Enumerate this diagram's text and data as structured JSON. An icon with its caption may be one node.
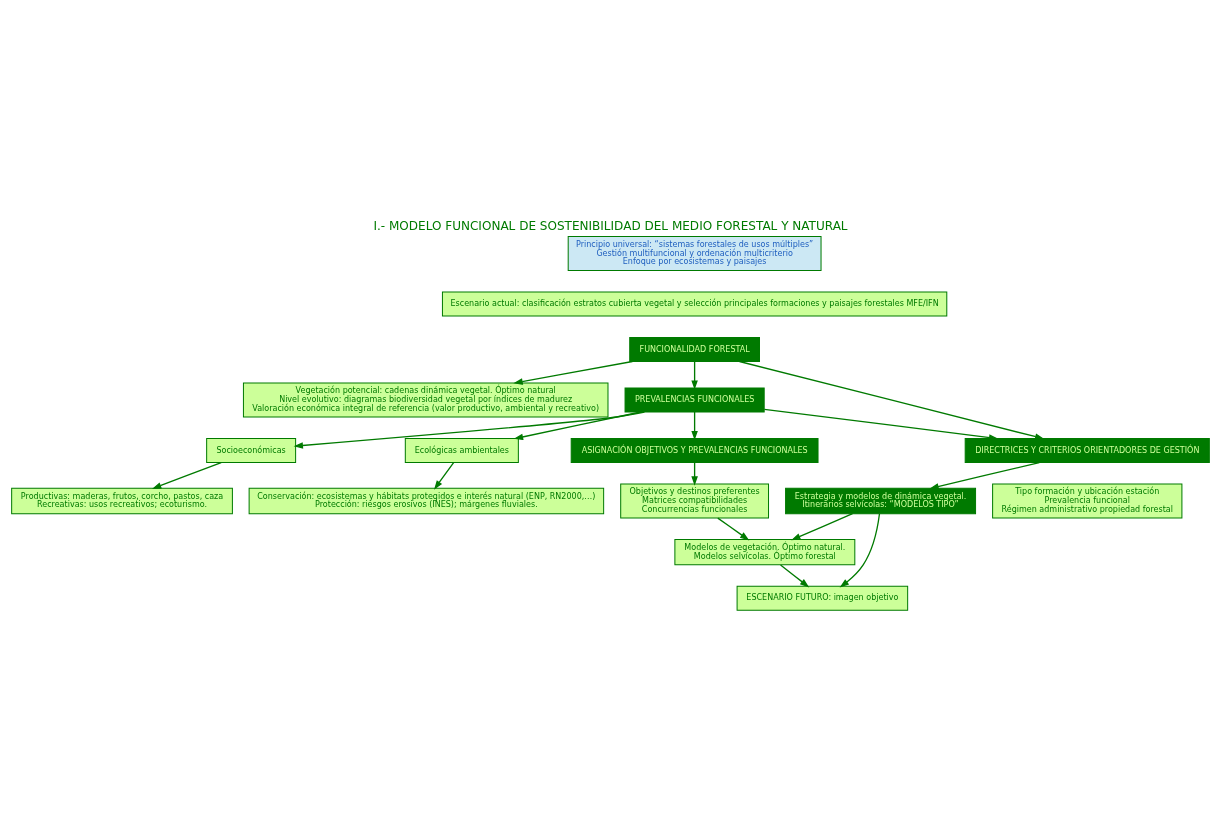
{
  "diagram": {
    "title": "I.- MODELO FUNCIONAL DE SOSTENIBILIDAD DEL MEDIO FORESTAL Y NATURAL",
    "nodes": [
      {
        "text": [
          "Principio universal: “sistemas forestales de usos múltiples”",
          "Gestión multifuncional y ordenación multicriterio",
          "Enfoque por ecosistemas y paisajes"
        ]
      },
      {
        "text": [
          "Escenario actual: clasificación estratos cubierta vegetal y selección principales formaciones y paisajes forestales MFE/IFN"
        ]
      },
      {
        "text": [
          "FUNCIONALIDAD FORESTAL"
        ]
      },
      {
        "text": [
          "Vegetación potencial: cadenas dinámica vegetal. Óptimo natural",
          "Nivel evolutivo: diagramas biodiversidad vegetal por índices de madurez",
          "Valoración económica integral de referencia (valor productivo, ambiental y recreativo)"
        ]
      },
      {
        "text": [
          "PREVALENCIAS FUNCIONALES"
        ]
      },
      {
        "text": [
          "Ecológicas ambientales"
        ]
      },
      {
        "text": [
          "Conservación: ecosistemas y hábitats protegidos e interés natural (ENP, RN2000,…)",
          "Protección: riesgos erosivos (INES); márgenes fluviales."
        ]
      },
      {
        "text": [
          "Socioeconómicas"
        ]
      },
      {
        "text": [
          "Productivas: maderas, frutos, corcho, pastos, caza",
          "Recreativas: usos recreativos; ecoturismo."
        ]
      },
      {
        "text": [
          "DIRECTRICES Y CRITERIOS ORIENTADORES DE GESTIÓN"
        ]
      },
      {
        "text": [
          "Tipo formación y ubicación estación",
          "Prevalencia funcional",
          "Régimen administrativo propiedad forestal"
        ]
      },
      {
        "text": [
          "ASIGNACIÓN OBJETIVOS Y PREVALENCIAS FUNCIONALES"
        ]
      },
      {
        "text": [
          "Objetivos y destinos preferentes",
          "Matrices compatibilidades",
          "Concurrencias funcionales"
        ]
      },
      {
        "text": [
          "Estrategia y modelos de dinámica vegetal.",
          "Itinerarios selvícolas: “MODELOS TIPO”"
        ]
      },
      {
        "text": [
          "Modelos de vegetación. Óptimo natural.",
          "Modelos selvícolas. Óptimo forestal"
        ]
      },
      {
        "text": [
          "ESCENARIO FUTURO: imagen objetivo"
        ]
      }
    ],
    "edges": [
      {
        "from": 2,
        "to": 3,
        "arrow": "to"
      },
      {
        "from": 2,
        "to": 4,
        "arrow": "to"
      },
      {
        "from": 2,
        "to": 9,
        "arrow": "to"
      },
      {
        "from": 4,
        "to": 5,
        "arrow": "to"
      },
      {
        "from": 4,
        "to": 7,
        "arrow": "to"
      },
      {
        "from": 5,
        "to": 6,
        "arrow": "to"
      },
      {
        "from": 7,
        "to": 8,
        "arrow": "to"
      },
      {
        "from": 4,
        "to": 9,
        "arrow": "to"
      },
      {
        "from": 4,
        "to": 11,
        "arrow": "to"
      },
      {
        "from": 11,
        "to": 12,
        "arrow": "to"
      },
      {
        "from": 12,
        "to": 14,
        "arrow": "to"
      },
      {
        "from": 9,
        "to": 13,
        "arrow": "to"
      },
      {
        "from": 13,
        "to": 14,
        "arrow": "to"
      },
      {
        "from": 13,
        "to": 15,
        "arrow": "to"
      },
      {
        "from": 14,
        "to": 15,
        "arrow": "to"
      }
    ]
  }
}
